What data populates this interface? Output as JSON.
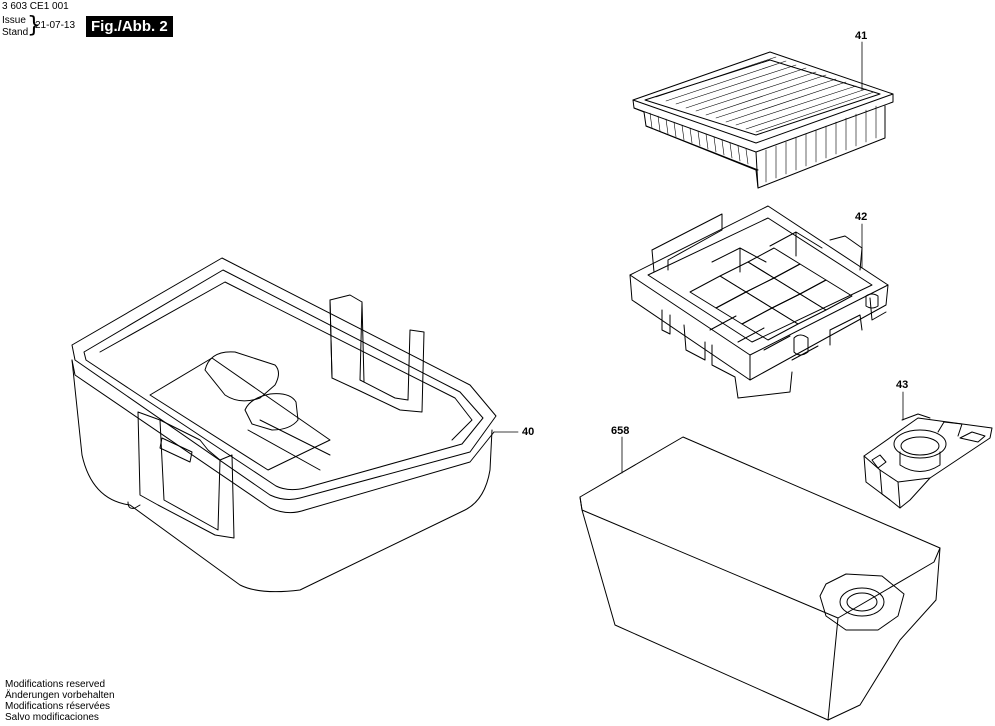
{
  "header": {
    "doc_id": "3 603 CE1 001",
    "issue_label": "Issue",
    "stand_label": "Stand",
    "date": "21-07-13",
    "figure_label": "Fig./Abb. 2"
  },
  "callouts": {
    "p40": "40",
    "p41": "41",
    "p42": "42",
    "p43": "43",
    "p658": "658"
  },
  "footer": {
    "line1": "Modifications reserved",
    "line2": "Änderungen vorbehalten",
    "line3": "Modifications réservées",
    "line4": "Salvo modificaciones"
  }
}
